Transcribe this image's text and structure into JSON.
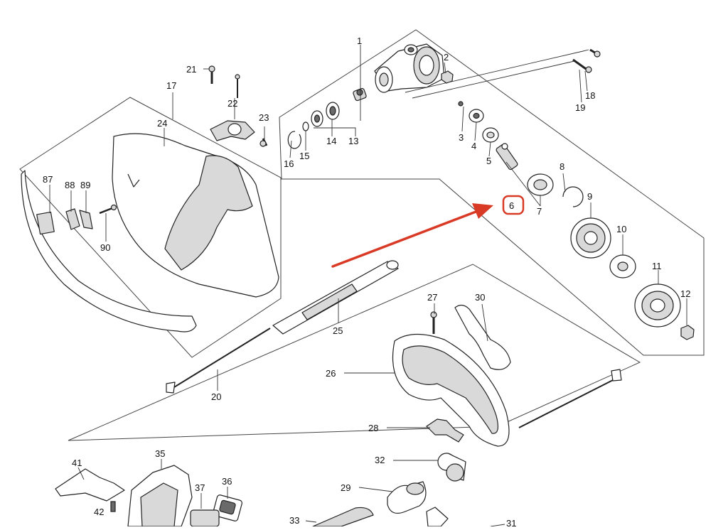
{
  "diagram": {
    "highlight_color": "#d93a26",
    "highlighted_part": "6",
    "labels": {
      "p1": "1",
      "p2": "2",
      "p3": "3",
      "p4": "4",
      "p5": "5",
      "p6": "6",
      "p7": "7",
      "p8": "8",
      "p9": "9",
      "p10": "10",
      "p11": "11",
      "p12": "12",
      "p13": "13",
      "p14": "14",
      "p15": "15",
      "p16": "16",
      "p17": "17",
      "p18": "18",
      "p19": "19",
      "p20": "20",
      "p21": "21",
      "p22": "22",
      "p23": "23",
      "p24": "24",
      "p25": "25",
      "p26": "26",
      "p27": "27",
      "p28": "28",
      "p29": "29",
      "p30": "30",
      "p31": "31",
      "p32": "32",
      "p33": "33",
      "p35": "35",
      "p36": "36",
      "p37": "37",
      "p41": "41",
      "p42": "42",
      "p87": "87",
      "p88": "88",
      "p89": "89",
      "p90": "90"
    }
  }
}
